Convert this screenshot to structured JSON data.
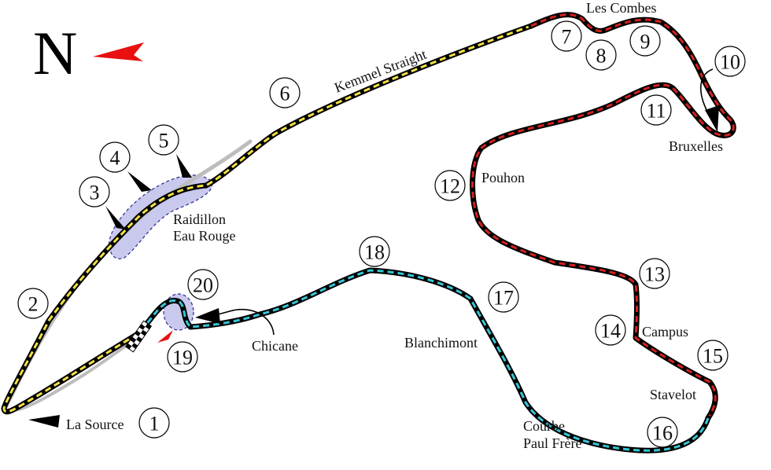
{
  "map": {
    "north_label": "N",
    "colors": {
      "sector1": "#f0e040",
      "sector2": "#d42020",
      "sector3": "#36c6d6",
      "runoff": "#bdbdbd",
      "highlight": "#c9c9ee",
      "pointer": "#e81010"
    },
    "corners": [
      {
        "id": "1",
        "label": "1"
      },
      {
        "id": "2",
        "label": "2"
      },
      {
        "id": "3",
        "label": "3"
      },
      {
        "id": "4",
        "label": "4"
      },
      {
        "id": "5",
        "label": "5"
      },
      {
        "id": "6",
        "label": "6"
      },
      {
        "id": "7",
        "label": "7"
      },
      {
        "id": "8",
        "label": "8"
      },
      {
        "id": "9",
        "label": "9"
      },
      {
        "id": "10",
        "label": "10"
      },
      {
        "id": "11",
        "label": "11"
      },
      {
        "id": "12",
        "label": "12"
      },
      {
        "id": "13",
        "label": "13"
      },
      {
        "id": "14",
        "label": "14"
      },
      {
        "id": "15",
        "label": "15"
      },
      {
        "id": "16",
        "label": "16"
      },
      {
        "id": "17",
        "label": "17"
      },
      {
        "id": "18",
        "label": "18"
      },
      {
        "id": "19",
        "label": "19"
      },
      {
        "id": "20",
        "label": "20"
      }
    ],
    "names": {
      "la_source": "La Source",
      "raidillon_1": "Raidillon",
      "raidillon_2": "Eau Rouge",
      "kemmel": "Kemmel Straight",
      "les_combes": "Les Combes",
      "bruxelles": "Bruxelles",
      "pouhon": "Pouhon",
      "campus": "Campus",
      "stavelot": "Stavelot",
      "courbe_1": "Courbe",
      "courbe_2": "Paul Frère",
      "blanchimont": "Blanchimont",
      "chicane": "Chicane"
    }
  }
}
